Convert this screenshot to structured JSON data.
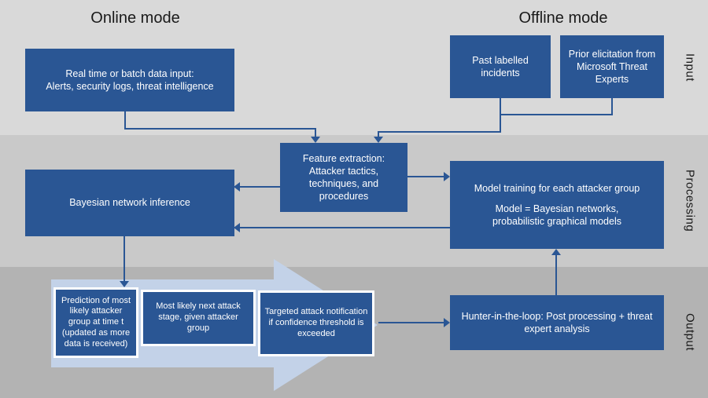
{
  "titles": {
    "online": "Online mode",
    "offline": "Offline mode"
  },
  "band_labels": {
    "input": "Input",
    "processing": "Processing",
    "output": "Output"
  },
  "boxes": {
    "realtime": "Real time or batch data input:\nAlerts, security logs, threat intelligence",
    "past_incidents": "Past labelled incidents",
    "prior_elicitation": "Prior elicitation from Microsoft Threat Experts",
    "feature_extraction": "Feature extraction:\nAttacker tactics,\ntechniques, and\nprocedures",
    "bayesian_inference": "Bayesian network inference",
    "model_training_line1": "Model training for each attacker group",
    "model_training_line2": "Model = Bayesian networks,\nprobabilistic graphical models",
    "prediction": "Prediction of most likely attacker group at time t (updated as more data is received)",
    "next_stage": "Most likely next attack stage, given attacker group",
    "targeted_notification": "Targeted attack notification if confidence threshold is exceeded",
    "hunter": "Hunter-in-the-loop: Post processing + threat expert analysis"
  },
  "colors": {
    "box_blue": "#2a5694",
    "arrow_light": "#c3d2e8",
    "band_input": "#d9d9d9",
    "band_processing": "#c9c9c9",
    "band_output": "#b3b3b3",
    "title_text": "#1a1a1a",
    "box_text": "#ffffff"
  }
}
